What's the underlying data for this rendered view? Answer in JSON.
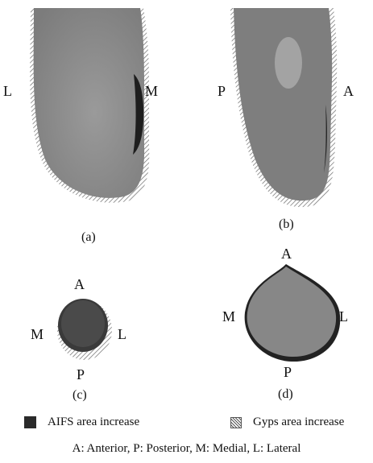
{
  "panels": {
    "a": {
      "caption": "(a)",
      "left_label": "L",
      "right_label": "M"
    },
    "b": {
      "caption": "(b)",
      "left_label": "P",
      "right_label": "A"
    },
    "c": {
      "caption": "(c)",
      "top_label": "A",
      "left_label": "M",
      "right_label": "L",
      "bottom_label": "P"
    },
    "d": {
      "caption": "(d)",
      "top_label": "A",
      "left_label": "M",
      "right_label": "L",
      "bottom_label": "P"
    }
  },
  "legend": {
    "aifs_label": "AIFS area increase",
    "gyps_label": "Gyps area increase"
  },
  "footer": "A: Anterior,  P: Posterior,  M: Medial, L: Lateral",
  "colors": {
    "body_gray": "#8a8a8a",
    "aifs_dark": "#2a2a2a",
    "gyps_hatch": "#555555"
  }
}
